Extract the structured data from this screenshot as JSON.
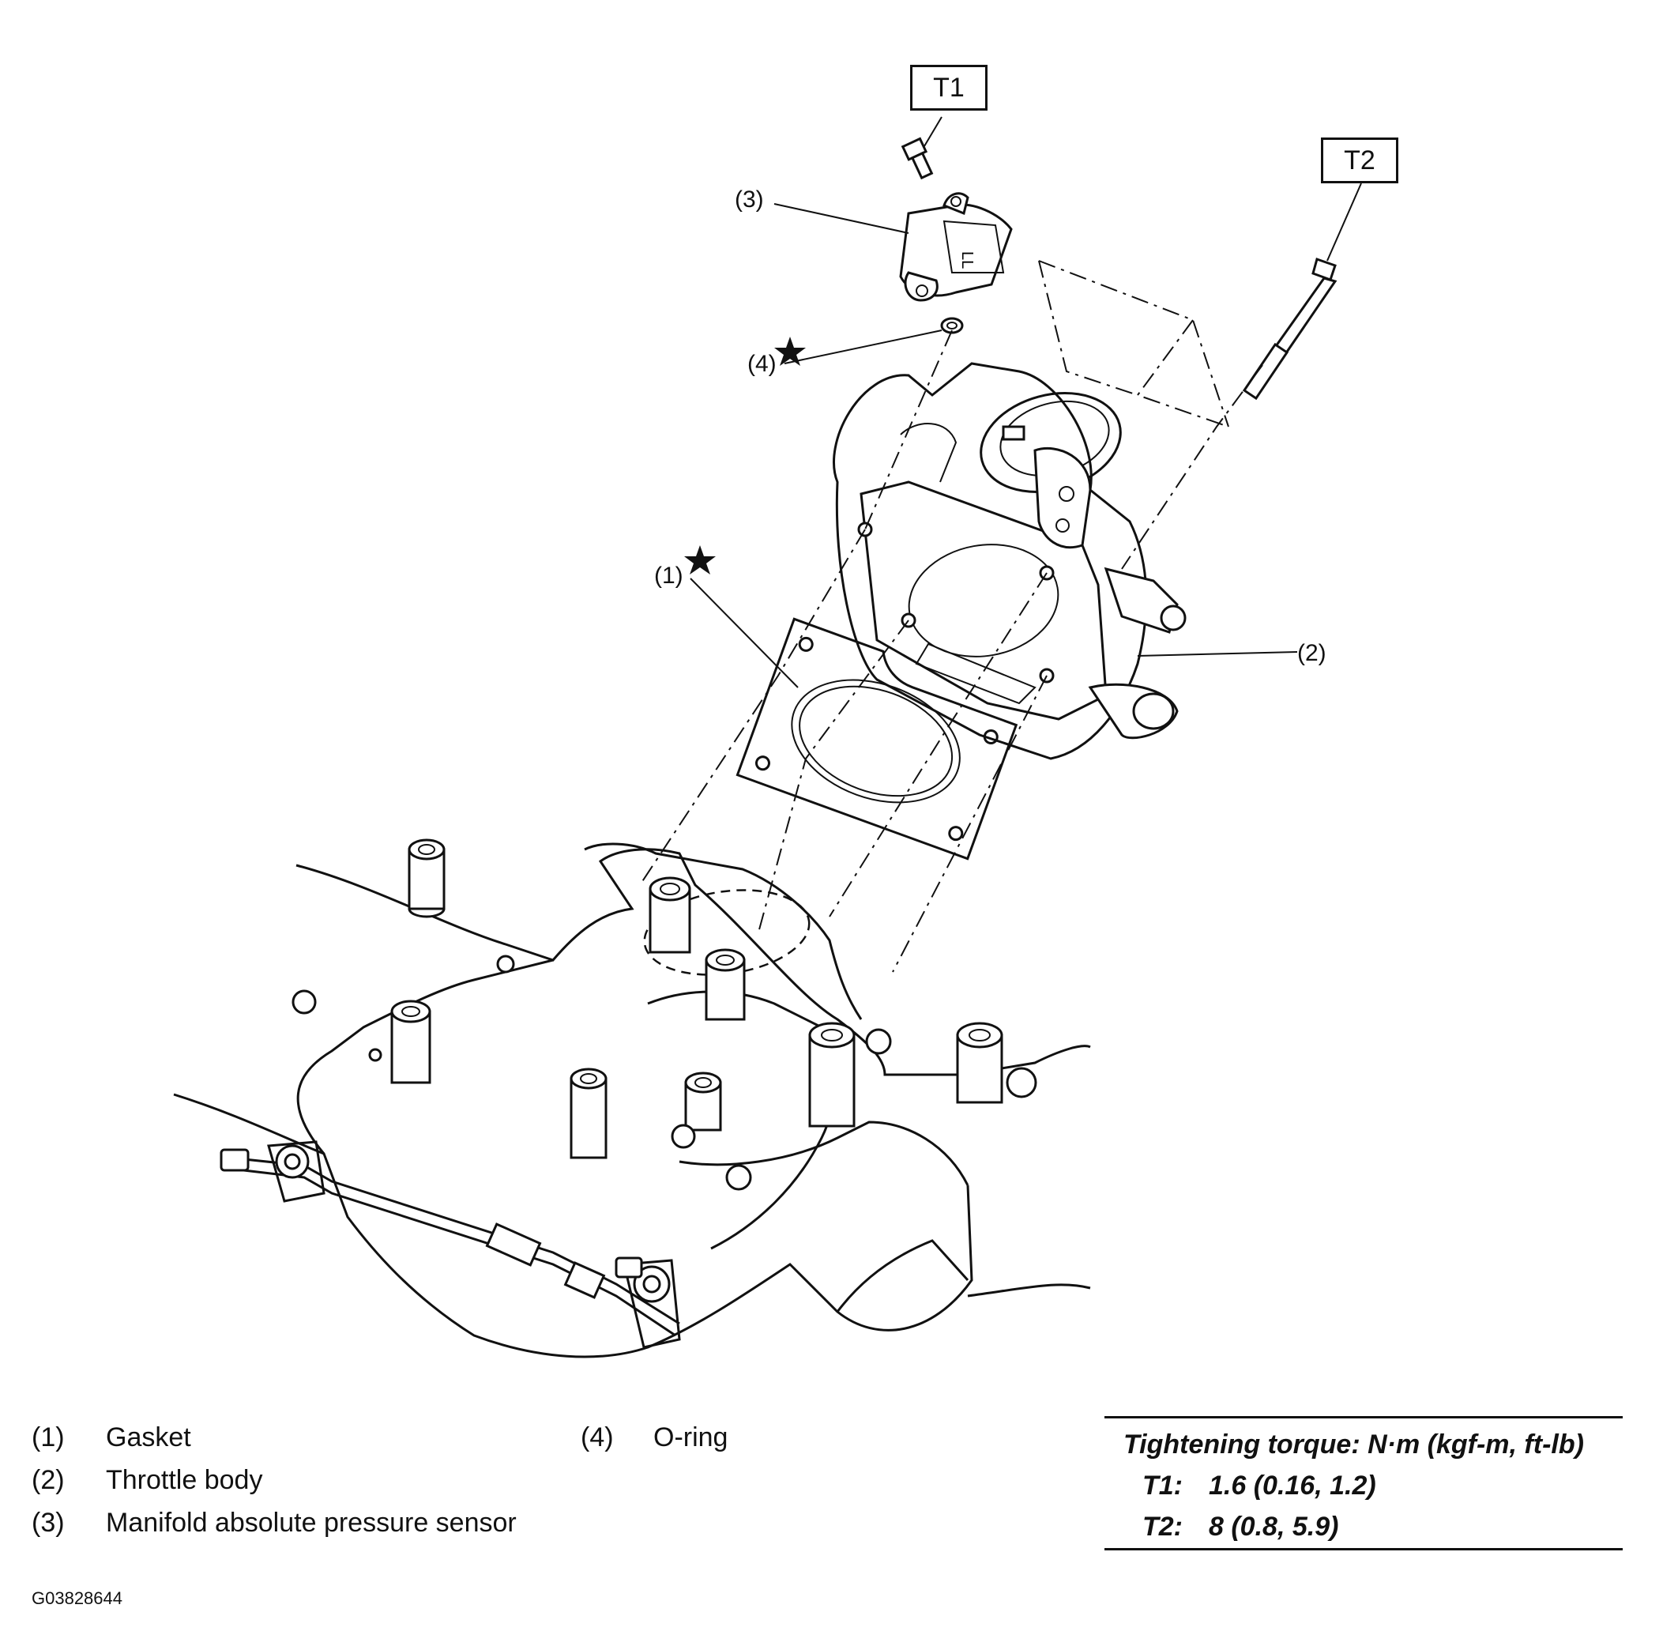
{
  "callouts": {
    "t1": "T1",
    "t2": "T2",
    "p1": "(1)",
    "p2": "(2)",
    "p3": "(3)",
    "p4": "(4)"
  },
  "legend": [
    {
      "num": "(1)",
      "label": "Gasket"
    },
    {
      "num": "(2)",
      "label": "Throttle body"
    },
    {
      "num": "(3)",
      "label": "Manifold absolute pressure sensor"
    },
    {
      "num": "(4)",
      "label": "O-ring"
    }
  ],
  "torque": {
    "heading": "Tightening torque: N·m (kgf-m, ft-lb)",
    "rows": [
      {
        "key": "T1:",
        "value": "1.6 (0.16, 1.2)"
      },
      {
        "key": "T2:",
        "value": "8 (0.8, 5.9)"
      }
    ]
  },
  "figure_id": "G03828644",
  "icons": {
    "replace_part_marker": "star-icon"
  }
}
